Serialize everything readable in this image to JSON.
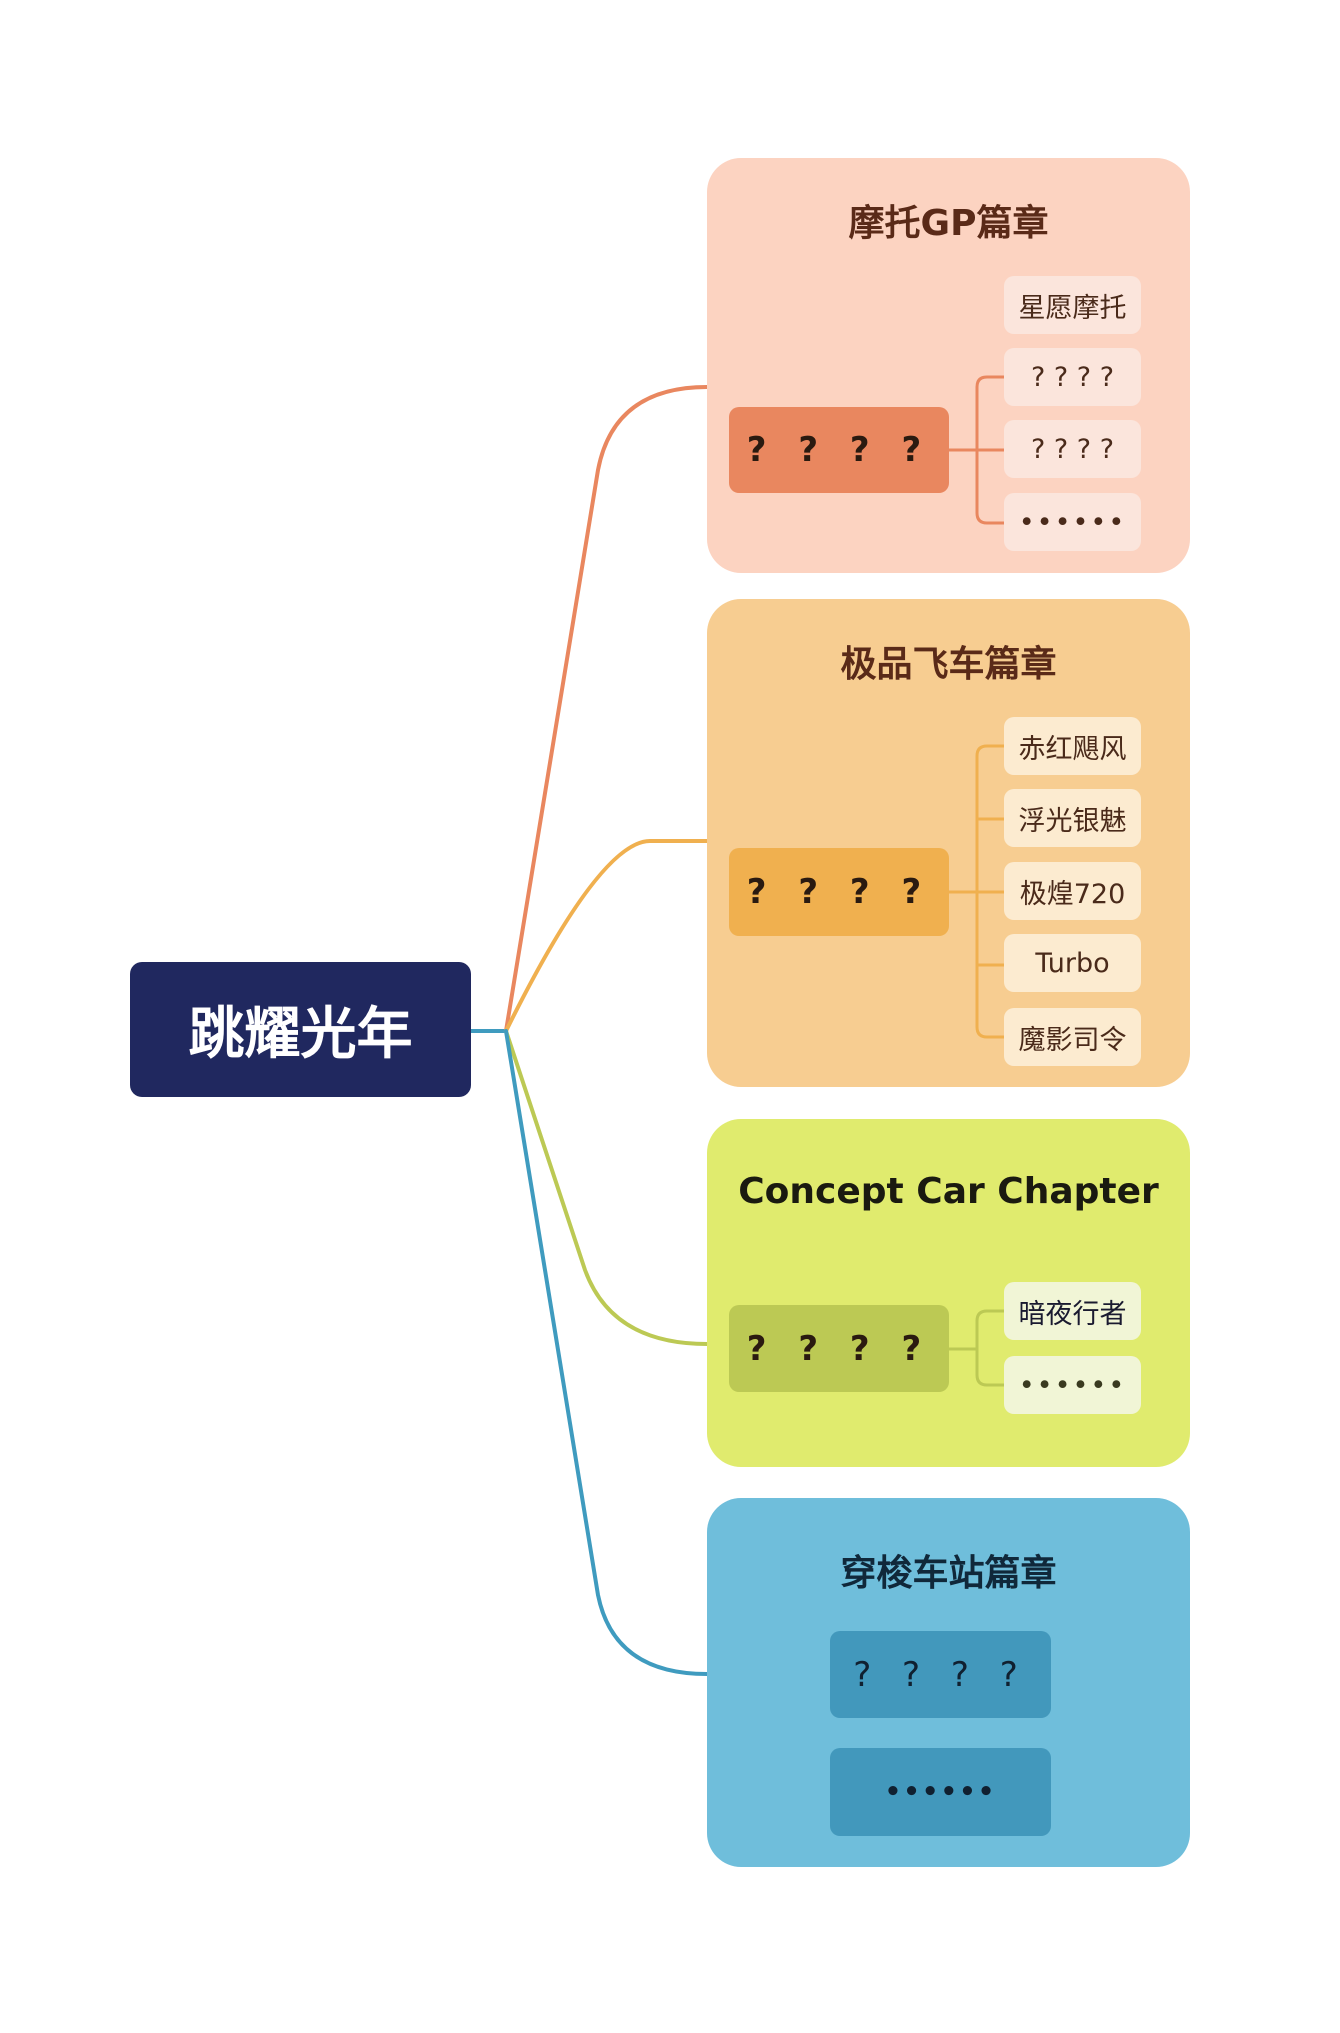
{
  "root": {
    "label": "跳耀光年",
    "color": "#20285f"
  },
  "branches": [
    {
      "title": "摩托GP篇章",
      "main": "? ? ? ?",
      "leaves": [
        "星愿摩托",
        "? ? ? ?",
        "? ? ? ?",
        "••••••"
      ],
      "color": "#e9875f"
    },
    {
      "title": "极品飞车篇章",
      "main": "? ? ? ?",
      "leaves": [
        "赤红飓风",
        "浮光银魅",
        "极煌720",
        "Turbo",
        "魔影司令"
      ],
      "color": "#f0b04f"
    },
    {
      "title": "Concept Car Chapter",
      "main": "? ? ? ?",
      "leaves": [
        "暗夜行者",
        "••••••"
      ],
      "color": "#bcc954"
    },
    {
      "title": "穿梭车站篇章",
      "nodes": [
        "? ? ? ?",
        "••••••"
      ],
      "color": "#3f9bbf"
    }
  ]
}
